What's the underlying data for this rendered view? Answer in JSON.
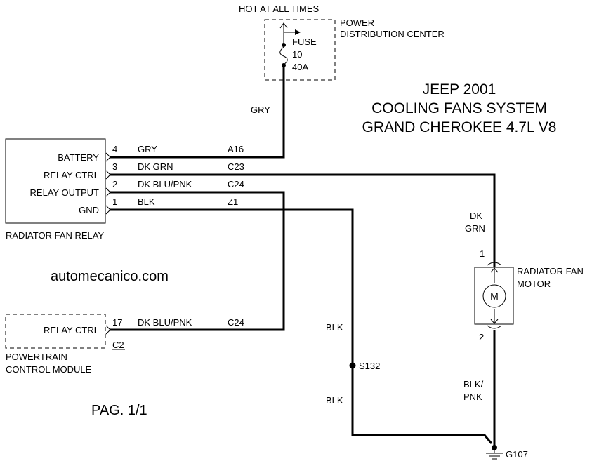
{
  "power_source": {
    "hot_label": "HOT AT ALL TIMES",
    "box_label_1": "POWER",
    "box_label_2": "DISTRIBUTION CENTER",
    "fuse_label": "FUSE",
    "fuse_number": "10",
    "fuse_rating": "40A"
  },
  "title": {
    "line1": "JEEP 2001",
    "line2": "COOLING FANS SYSTEM",
    "line3": "GRAND CHEROKEE 4.7L  V8"
  },
  "relay": {
    "caption": "RADIATOR FAN RELAY",
    "pins": [
      {
        "name": "BATTERY",
        "number": "4",
        "color": "GRY",
        "circuit": "A16"
      },
      {
        "name": "RELAY CTRL",
        "number": "3",
        "color": "DK GRN",
        "circuit": "C23"
      },
      {
        "name": "RELAY OUTPUT",
        "number": "2",
        "color": "DK BLU/PNK",
        "circuit": "C24"
      },
      {
        "name": "GND",
        "number": "1",
        "color": "BLK",
        "circuit": "Z1"
      }
    ]
  },
  "vertical_wire_labels": {
    "gry": "GRY",
    "dk": "DK",
    "grn": "GRN",
    "blk_upper": "BLK",
    "blk_lower": "BLK",
    "blk_pnk_1": "BLK/",
    "blk_pnk_2": "PNK"
  },
  "splice": "S132",
  "ground": "G107",
  "motor": {
    "label_1": "RADIATOR FAN",
    "label_2": "MOTOR",
    "symbol": "M",
    "pin_top": "1",
    "pin_bottom": "2"
  },
  "pcm": {
    "pin_name": "RELAY CTRL",
    "pin_number": "17",
    "color": "DK BLU/PNK",
    "circuit": "C24",
    "connector": "C2",
    "caption_1": "POWERTRAIN",
    "caption_2": "CONTROL MODULE"
  },
  "watermark": "automecanico.com",
  "page": "PAG. 1/1"
}
